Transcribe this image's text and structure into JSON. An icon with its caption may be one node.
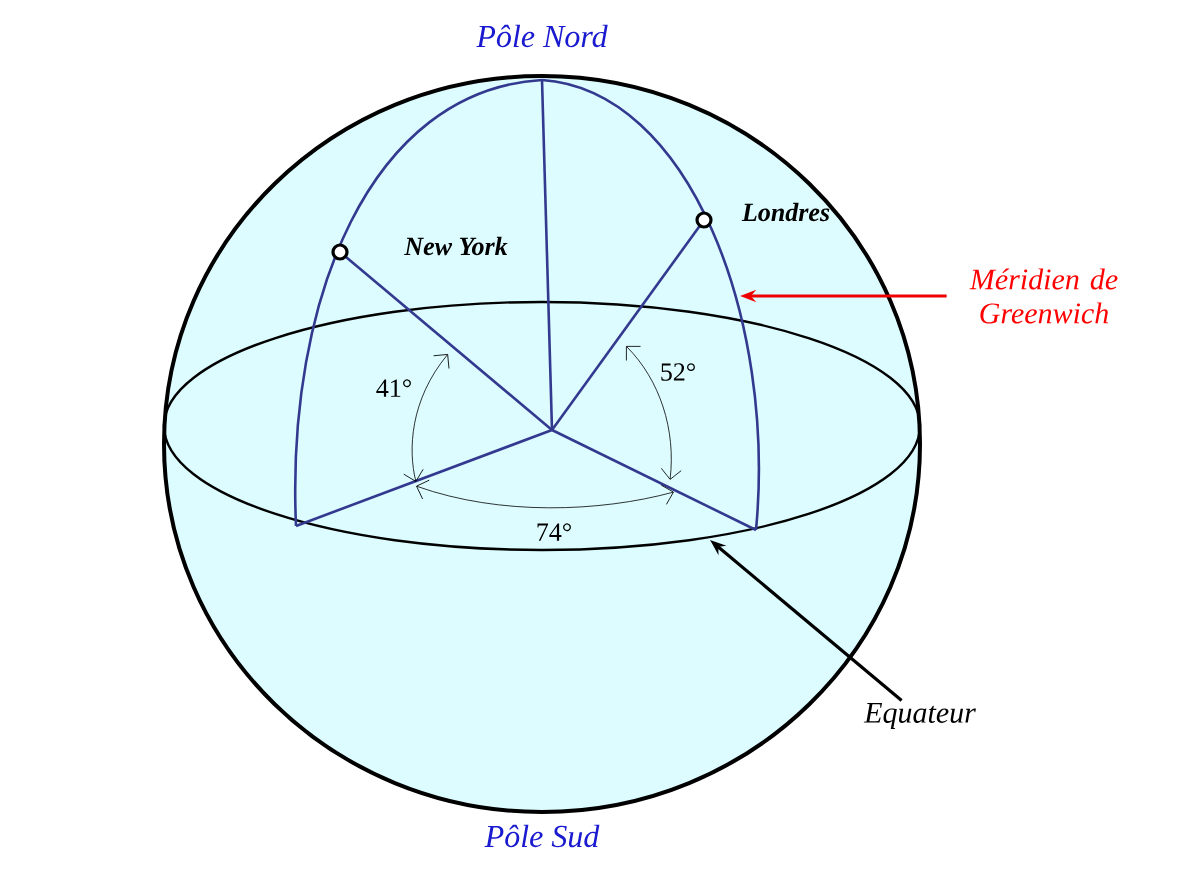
{
  "diagram": {
    "nodes": [
      {
        "text": [
          "Méridien de Greenwich"
        ]
      },
      {
        "text": [
          "Equateur"
        ]
      }
    ],
    "edges": [
      {
        "from": 0,
        "to": null,
        "arrow": "to",
        "color": "#ee0000"
      },
      {
        "from": 1,
        "to": null,
        "arrow": "to",
        "color": "#000000"
      }
    ],
    "labels": [
      "Pôle Nord",
      "New York",
      "Londres",
      "52°",
      "41°",
      "74°",
      "Pôle Sud"
    ]
  }
}
